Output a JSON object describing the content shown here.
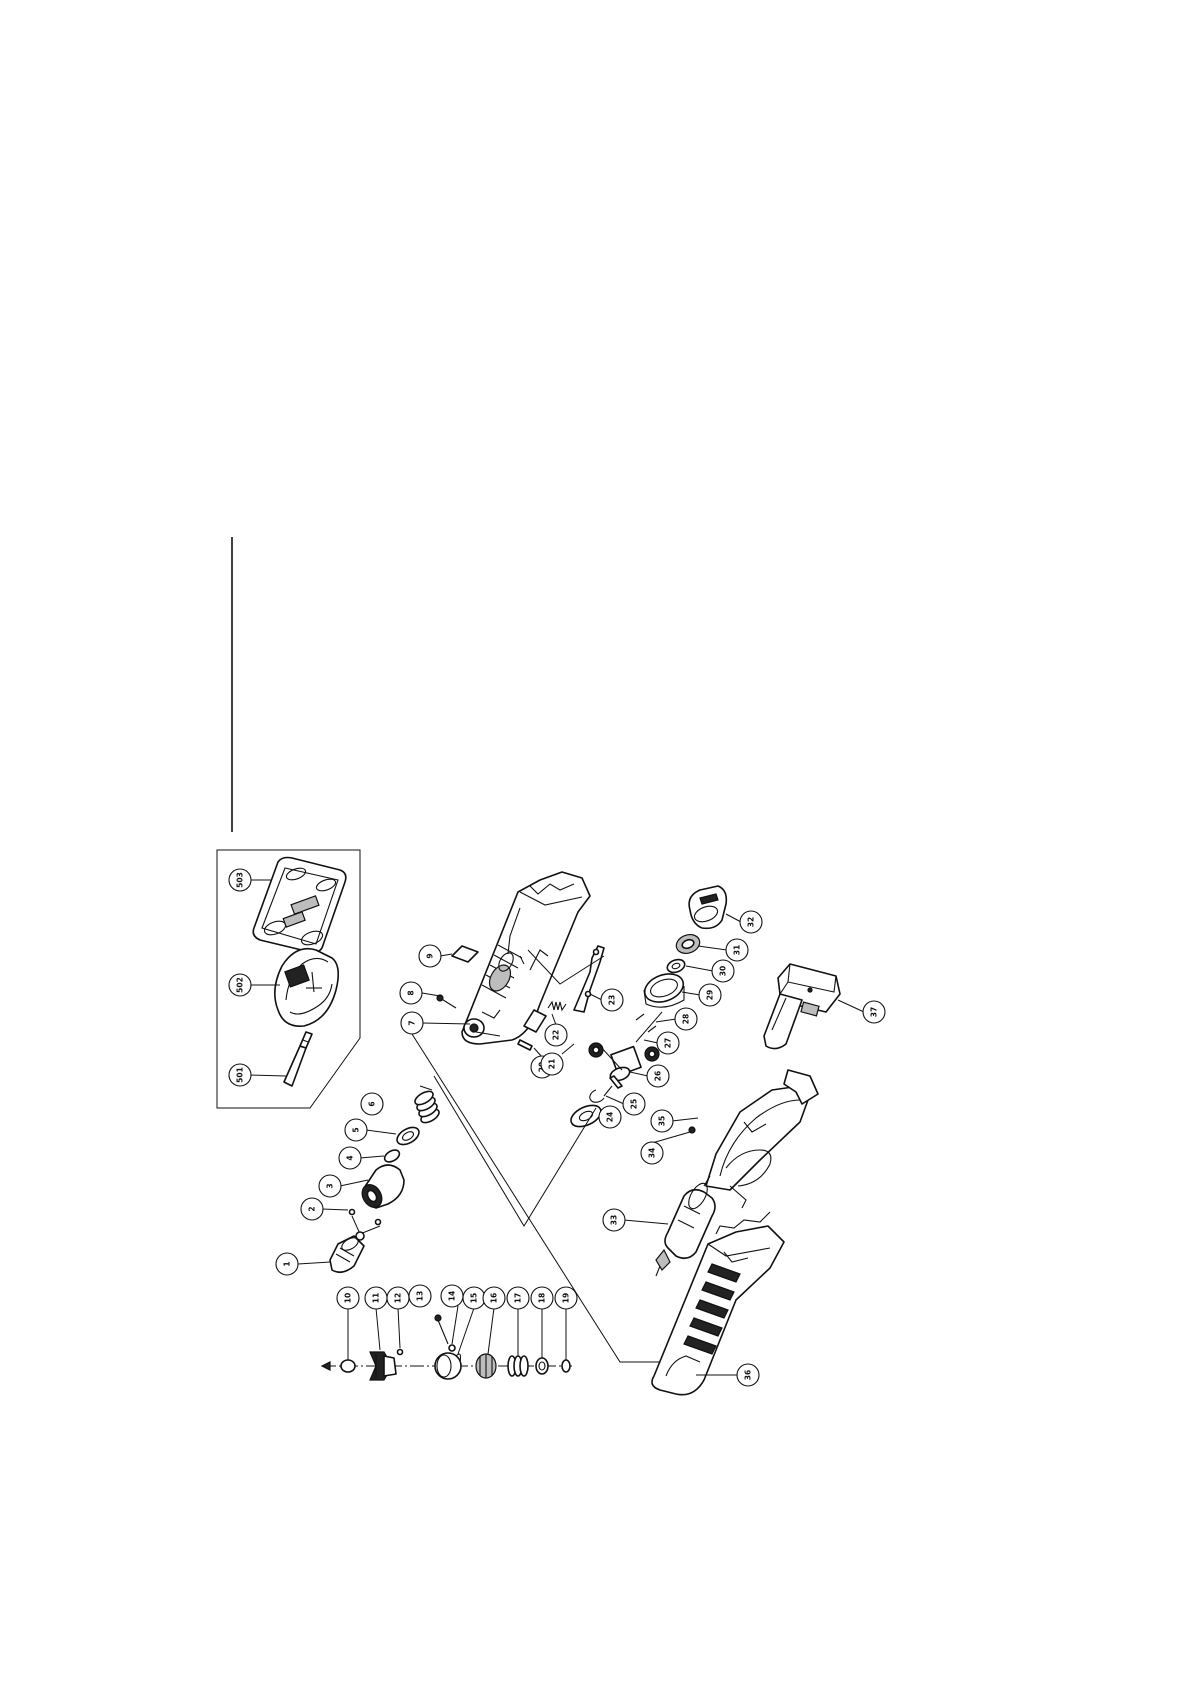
{
  "callouts": [
    {
      "id": "c1",
      "label": "1"
    },
    {
      "id": "c2",
      "label": "2"
    },
    {
      "id": "c3",
      "label": "3"
    },
    {
      "id": "c4",
      "label": "4"
    },
    {
      "id": "c5",
      "label": "5"
    },
    {
      "id": "c6",
      "label": "6"
    },
    {
      "id": "c7",
      "label": "7"
    },
    {
      "id": "c8",
      "label": "8"
    },
    {
      "id": "c9",
      "label": "9"
    },
    {
      "id": "c10",
      "label": "10"
    },
    {
      "id": "c11",
      "label": "11"
    },
    {
      "id": "c12",
      "label": "12"
    },
    {
      "id": "c13",
      "label": "13"
    },
    {
      "id": "c14",
      "label": "14"
    },
    {
      "id": "c15",
      "label": "15"
    },
    {
      "id": "c16",
      "label": "16"
    },
    {
      "id": "c17",
      "label": "17"
    },
    {
      "id": "c18",
      "label": "18"
    },
    {
      "id": "c19",
      "label": "19"
    },
    {
      "id": "c20",
      "label": "20"
    },
    {
      "id": "c21",
      "label": "21"
    },
    {
      "id": "c22",
      "label": "22"
    },
    {
      "id": "c23",
      "label": "23"
    },
    {
      "id": "c24",
      "label": "24"
    },
    {
      "id": "c25",
      "label": "25"
    },
    {
      "id": "c26",
      "label": "26"
    },
    {
      "id": "c27",
      "label": "27"
    },
    {
      "id": "c28",
      "label": "28"
    },
    {
      "id": "c29",
      "label": "29"
    },
    {
      "id": "c30",
      "label": "30"
    },
    {
      "id": "c31",
      "label": "31"
    },
    {
      "id": "c32",
      "label": "32"
    },
    {
      "id": "c33",
      "label": "33"
    },
    {
      "id": "c34",
      "label": "34"
    },
    {
      "id": "c35",
      "label": "35"
    },
    {
      "id": "c36",
      "label": "36"
    },
    {
      "id": "c37",
      "label": "37"
    },
    {
      "id": "c501",
      "label": "501"
    },
    {
      "id": "c502",
      "label": "502"
    },
    {
      "id": "c503",
      "label": "503"
    }
  ]
}
